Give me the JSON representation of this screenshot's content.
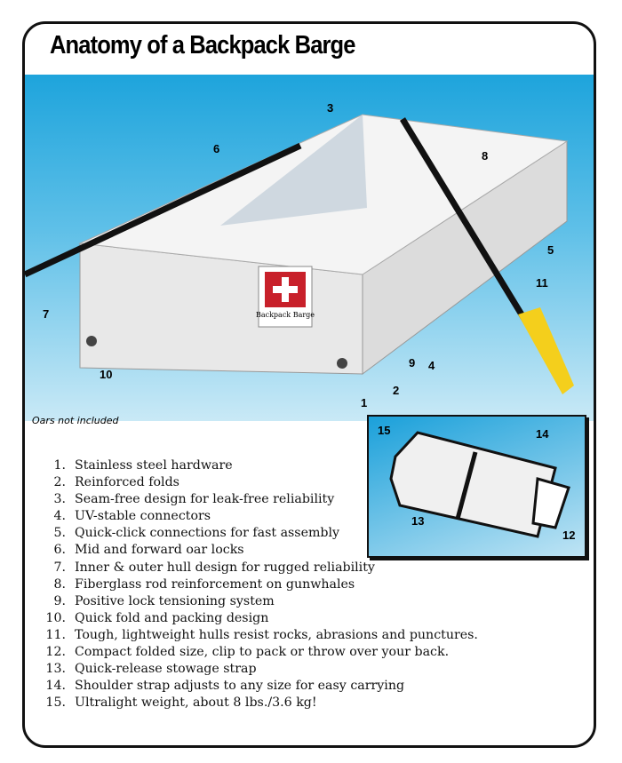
{
  "title": "Anatomy of a Backpack Barge",
  "sign_text": "Backpack Barge",
  "note": "Oars not included",
  "callouts": [
    "1",
    "2",
    "3",
    "4",
    "5",
    "6",
    "7",
    "8",
    "9",
    "10",
    "11",
    "12",
    "13",
    "14",
    "15"
  ],
  "features": [
    {
      "n": "1.",
      "text": "Stainless steel hardware"
    },
    {
      "n": "2.",
      "text": "Reinforced folds"
    },
    {
      "n": "3.",
      "text": "Seam-free design for leak-free reliability"
    },
    {
      "n": "4.",
      "text": "UV-stable connectors"
    },
    {
      "n": "5.",
      "text": "Quick-click connections for fast assembly"
    },
    {
      "n": "6.",
      "text": "Mid and forward oar locks"
    },
    {
      "n": "7.",
      "text": "Inner & outer hull design for rugged reliability"
    },
    {
      "n": "8.",
      "text": "Fiberglass rod reinforcement on gunwhales"
    },
    {
      "n": "9.",
      "text": "Positive lock tensioning system"
    },
    {
      "n": "10.",
      "text": "Quick fold and packing design"
    },
    {
      "n": "11.",
      "text": "Tough, lightweight hulls resist rocks, abrasions and punctures."
    },
    {
      "n": "12.",
      "text": "Compact folded size, clip to pack or throw over your back."
    },
    {
      "n": "13.",
      "text": "Quick-release stowage strap"
    },
    {
      "n": "14.",
      "text": "Shoulder strap adjusts to any size for easy carrying"
    },
    {
      "n": "15.",
      "text": "Ultralight weight, about 8 lbs./3.6 kg!"
    }
  ]
}
